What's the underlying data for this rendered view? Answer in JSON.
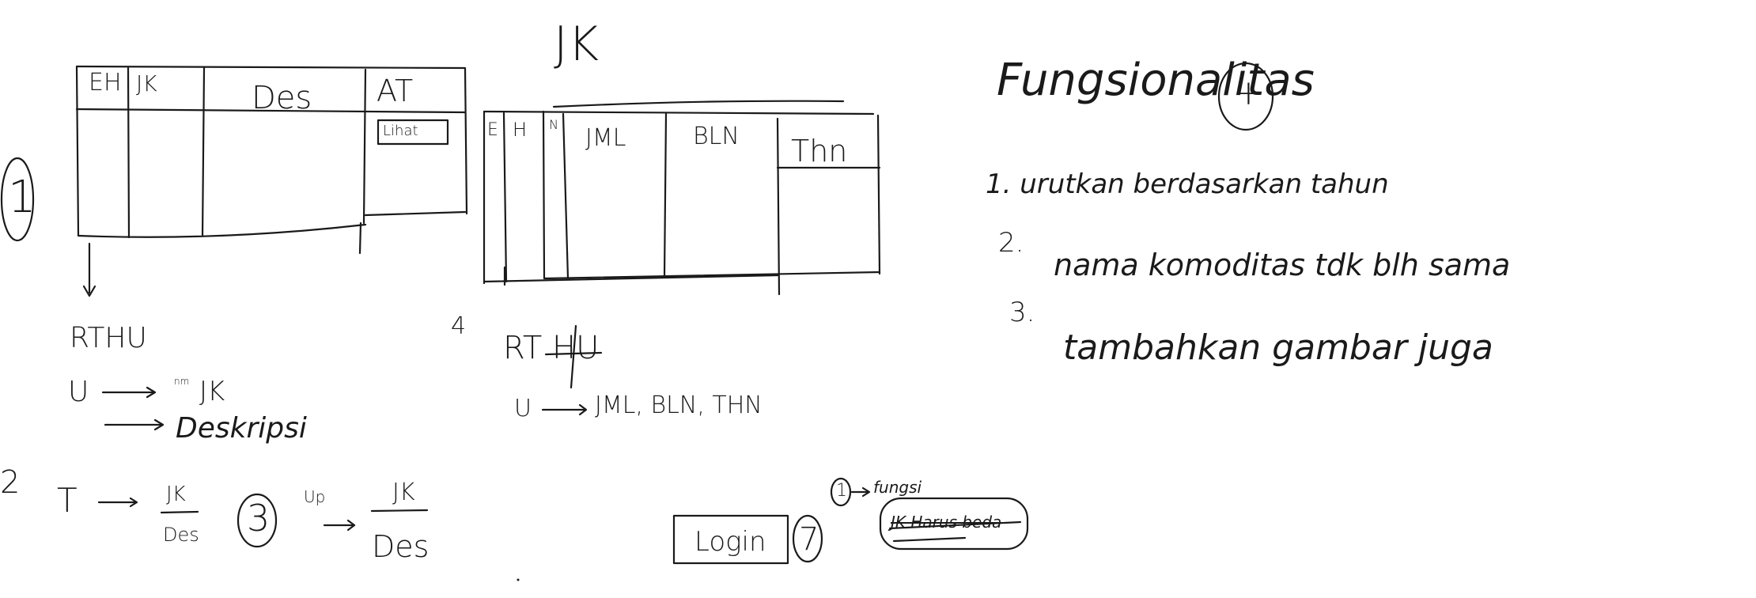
{
  "title_top": "JK",
  "table1": {
    "headers": [
      "EH",
      "JK",
      "Des",
      "AT"
    ],
    "button_label": "Lihat"
  },
  "table2": {
    "headers": [
      "E",
      "H",
      "N",
      "JML",
      "BLN",
      "Thn"
    ]
  },
  "labels": {
    "one": "1",
    "two": "2",
    "three": "3",
    "four": "4",
    "seven": "7",
    "i_mark": "1"
  },
  "rthu_left": {
    "heading": "RTHU",
    "u": "U",
    "jk": "JK",
    "nm_small": "nm",
    "deskripsi": "Deskripsi"
  },
  "rthu_right": {
    "heading": "RT HU",
    "u": "U",
    "list": "JML, BLN, THN"
  },
  "flow": {
    "t": "T",
    "jk_over": "JK",
    "des_under": "Des",
    "up": "Up",
    "jk_over2": "JK",
    "des_under2": "Des"
  },
  "login_label": "Login",
  "note": {
    "head": "fungsi",
    "body": "JK Harus beda"
  },
  "fungsionalitas": {
    "title": "Fungsionalitas",
    "plus": "+",
    "item1": "1. urutkan berdasarkan tahun",
    "item2_num": "2.",
    "item2": "nama komoditas tdk blh sama",
    "item3_num": "3.",
    "item3": "tambahkan gambar juga"
  }
}
